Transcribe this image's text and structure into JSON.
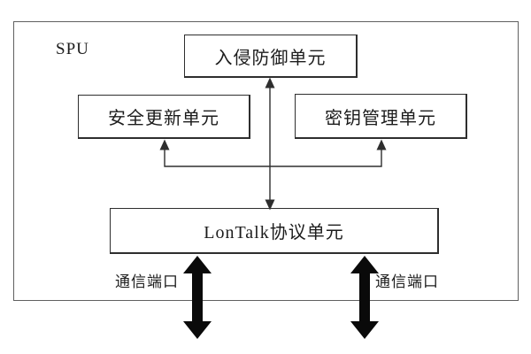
{
  "diagram": {
    "outer_label": "SPU",
    "nodes": [
      {
        "id": "intrusion-prevention-unit",
        "label": "入侵防御单元"
      },
      {
        "id": "security-update-unit",
        "label": "安全更新单元"
      },
      {
        "id": "key-management-unit",
        "label": "密钥管理单元"
      },
      {
        "id": "lontalk-protocol-unit",
        "label": "LonTalk协议单元"
      }
    ],
    "port_labels": {
      "left": "通信端口",
      "right": "通信端口"
    },
    "colors": {
      "line_color": "#2e2e2e",
      "box_border_color": "#2e2e2e",
      "outer_border_color": "#606060",
      "thick_arrow_color": "#0a0a0a",
      "text_color": "#1c1c1c",
      "background_color": "#ffffff"
    }
  }
}
